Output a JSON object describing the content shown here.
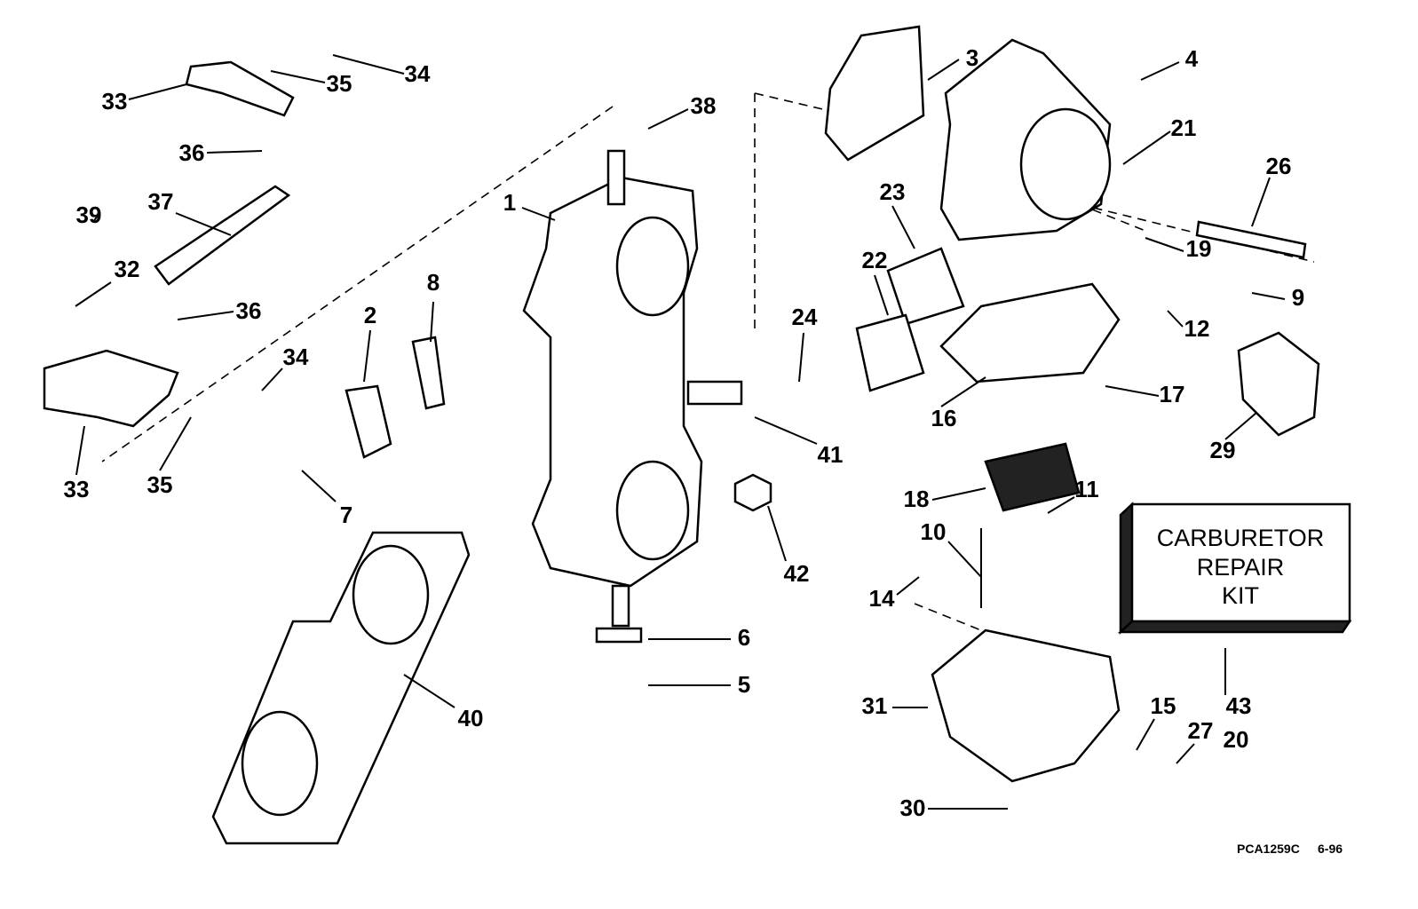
{
  "diagram": {
    "callouts": [
      "1",
      "2",
      "3",
      "4",
      "5",
      "6",
      "7",
      "8",
      "9",
      "10",
      "11",
      "12",
      "14",
      "15",
      "16",
      "17",
      "18",
      "19",
      "20",
      "21",
      "22",
      "23",
      "24",
      "26",
      "27",
      "29",
      "30",
      "31",
      "32",
      "33",
      "33",
      "34",
      "34",
      "35",
      "35",
      "36",
      "36",
      "37",
      "38",
      "39",
      "40",
      "41",
      "42",
      "43"
    ],
    "kit_box": {
      "line1": "CARBURETOR",
      "line2": "REPAIR",
      "line3": "KIT"
    },
    "figure_code": "PCA1259C",
    "figure_date": "6-96"
  }
}
